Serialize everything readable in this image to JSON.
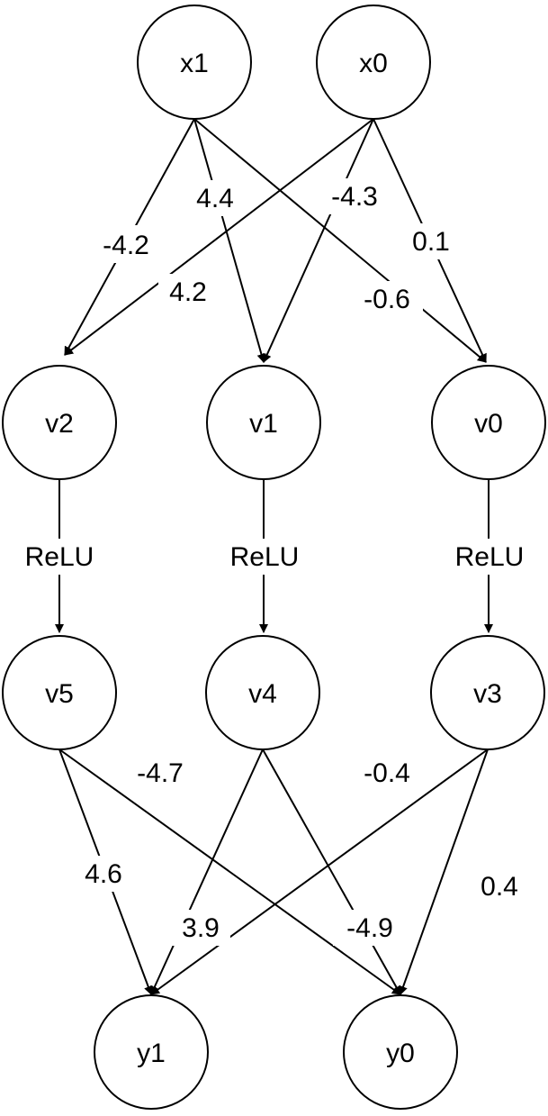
{
  "diagram": {
    "nodes": {
      "x1": "x1",
      "x0": "x0",
      "v2": "v2",
      "v1": "v1",
      "v0": "v0",
      "v5": "v5",
      "v4": "v4",
      "v3": "v3",
      "y1": "y1",
      "y0": "y0"
    },
    "weights": {
      "x1_v2": "-4.2",
      "x1_v1": "4.4",
      "x1_v0": "-0.6",
      "x0_v2": "4.2",
      "x0_v1": "-4.3",
      "x0_v0": "0.1",
      "v5_y1": "4.6",
      "v5_y0": "-4.7",
      "v4_y1": "3.9",
      "v4_y0": "-4.9",
      "v3_y1": "-0.4",
      "v3_y0": "0.4"
    },
    "activations": {
      "v2_v5": "ReLU",
      "v1_v4": "ReLU",
      "v0_v3": "ReLU"
    },
    "colors": {
      "stroke": "#000000",
      "fill": "#ffffff"
    }
  }
}
